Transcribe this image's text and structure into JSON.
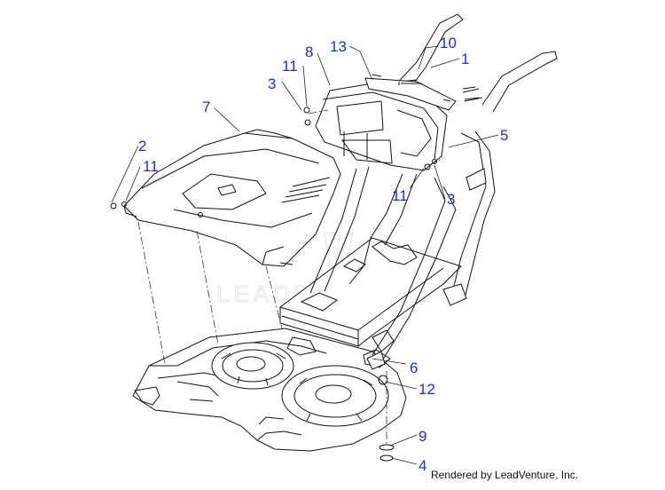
{
  "diagram": {
    "watermark": "LEADVENTURE",
    "footer": "Rendered by LeadVenture, Inc.",
    "callouts": [
      "10",
      "1",
      "13",
      "8",
      "11",
      "3",
      "7",
      "5",
      "2",
      "11",
      "11",
      "3",
      "6",
      "12",
      "9",
      "4"
    ]
  },
  "colors": {
    "callout": "#1a2fd6",
    "line": "#111111",
    "watermark": "#e3e3e3"
  }
}
